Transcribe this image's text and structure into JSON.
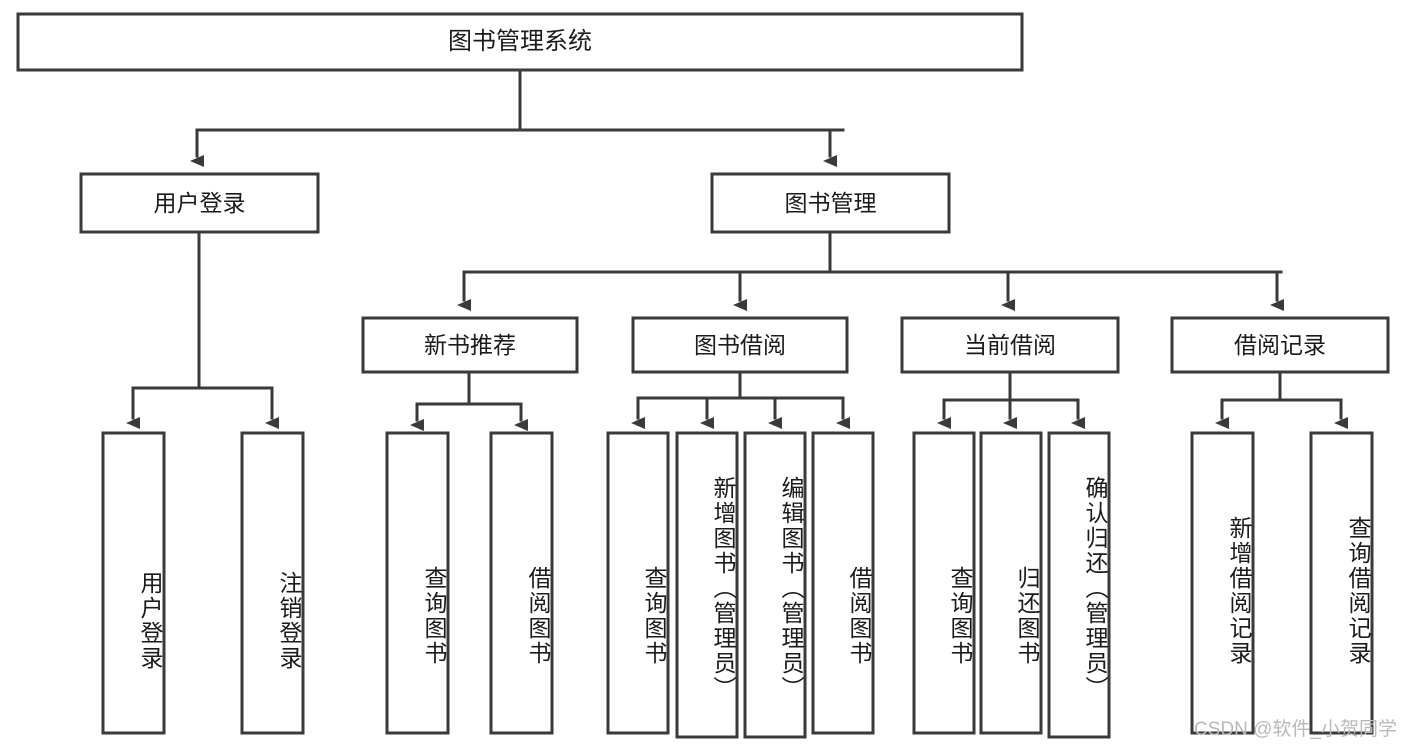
{
  "diagram": {
    "type": "tree-hierarchy",
    "title": "图书管理系统",
    "watermark": "CSDN @软件_小贺同学",
    "colors": {
      "box_stroke": "#3a3a3a",
      "box_fill": "#ffffff",
      "connector": "#3a3a3a",
      "text": "#1b1b1b",
      "watermark": "#b9b9b9",
      "background": "#ffffff"
    },
    "root": {
      "label": "图书管理系统",
      "orientation": "horizontal"
    },
    "level2": [
      {
        "label": "用户登录",
        "orientation": "horizontal"
      },
      {
        "label": "图书管理",
        "orientation": "horizontal"
      }
    ],
    "level3": [
      {
        "label": "新书推荐",
        "orientation": "horizontal",
        "parent": "图书管理"
      },
      {
        "label": "图书借阅",
        "orientation": "horizontal",
        "parent": "图书管理"
      },
      {
        "label": "当前借阅",
        "orientation": "horizontal",
        "parent": "图书管理"
      },
      {
        "label": "借阅记录",
        "orientation": "horizontal",
        "parent": "图书管理"
      }
    ],
    "leaves": {
      "用户登录": [
        {
          "label": "用户登录",
          "orientation": "vertical"
        },
        {
          "label": "注销登录",
          "orientation": "vertical"
        }
      ],
      "新书推荐": [
        {
          "label": "查询图书",
          "orientation": "vertical"
        },
        {
          "label": "借阅图书",
          "orientation": "vertical"
        }
      ],
      "图书借阅": [
        {
          "label": "查询图书",
          "orientation": "vertical"
        },
        {
          "label": "新增图书（管理员）",
          "orientation": "vertical"
        },
        {
          "label": "编辑图书（管理员）",
          "orientation": "vertical"
        },
        {
          "label": "借阅图书",
          "orientation": "vertical"
        }
      ],
      "当前借阅": [
        {
          "label": "查询图书",
          "orientation": "vertical"
        },
        {
          "label": "归还图书",
          "orientation": "vertical"
        },
        {
          "label": "确认归还（管理员）",
          "orientation": "vertical"
        }
      ],
      "借阅记录": [
        {
          "label": "新增借阅记录",
          "orientation": "vertical"
        },
        {
          "label": "查询借阅记录",
          "orientation": "vertical"
        }
      ]
    }
  }
}
